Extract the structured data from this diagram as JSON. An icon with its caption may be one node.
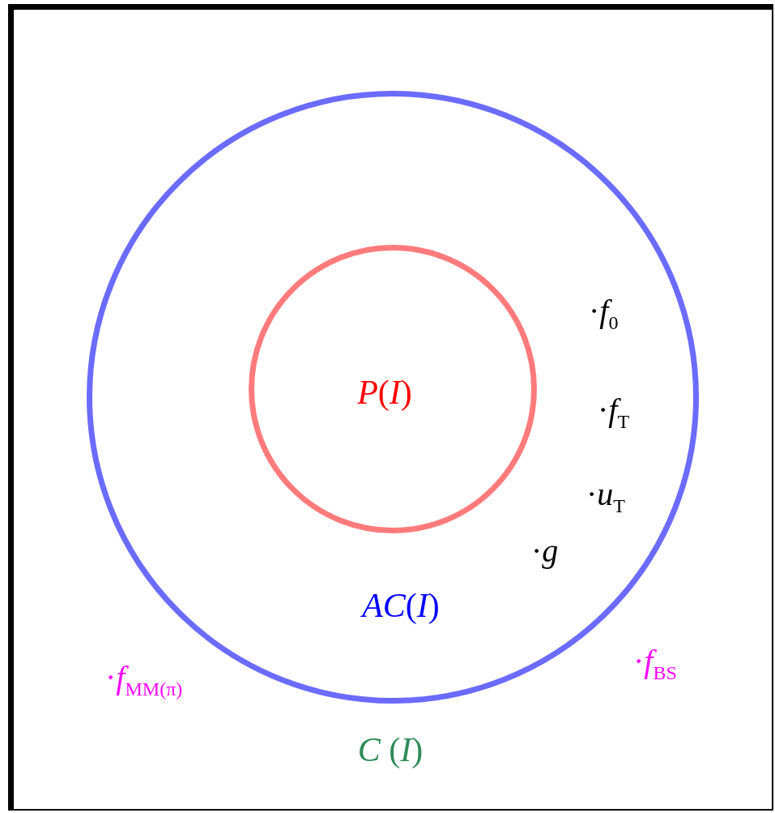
{
  "diagram": {
    "nodes": [
      {
        "text": [
          "*C* (*I*)"
        ]
      },
      {
        "text": [
          "*AC*(*I*)"
        ],
        "in": 0
      },
      {
        "text": [
          "*P*(*I*)"
        ],
        "in": 1
      }
    ],
    "labels": [
      "·*f*$_{0}$",
      "·*f*$_{T}$",
      "·*u*$_{T}$",
      "·*g*",
      "·*f*$_{BS}$",
      "·*f*$_{MM(π)}$"
    ]
  }
}
